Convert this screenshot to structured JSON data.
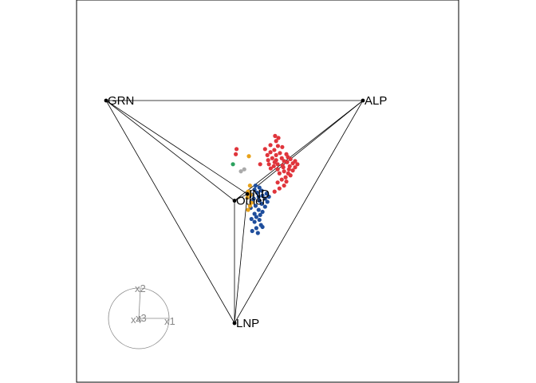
{
  "chart_data": {
    "type": "scatter",
    "title": "",
    "vertices": [
      {
        "label": "GRN",
        "x": 0.0,
        "y": 1.0
      },
      {
        "label": "ALP",
        "x": 1.0,
        "y": 1.0
      },
      {
        "label": "LNP",
        "x": 0.5,
        "y": 0.0
      },
      {
        "label": "IND",
        "x": 0.55,
        "y": 0.58
      },
      {
        "label": "Other",
        "x": 0.5,
        "y": 0.55
      }
    ],
    "edges": [
      [
        "GRN",
        "ALP"
      ],
      [
        "GRN",
        "LNP"
      ],
      [
        "ALP",
        "LNP"
      ],
      [
        "GRN",
        "IND"
      ],
      [
        "GRN",
        "Other"
      ],
      [
        "ALP",
        "IND"
      ],
      [
        "ALP",
        "Other"
      ],
      [
        "LNP",
        "IND"
      ],
      [
        "LNP",
        "Other"
      ],
      [
        "IND",
        "Other"
      ]
    ],
    "series": [
      {
        "color": "#E0353C",
        "points": [
          [
            0.658,
            0.841
          ],
          [
            0.671,
            0.832
          ],
          [
            0.662,
            0.818
          ],
          [
            0.64,
            0.8
          ],
          [
            0.669,
            0.796
          ],
          [
            0.686,
            0.791
          ],
          [
            0.655,
            0.778
          ],
          [
            0.64,
            0.768
          ],
          [
            0.677,
            0.764
          ],
          [
            0.702,
            0.759
          ],
          [
            0.662,
            0.755
          ],
          [
            0.708,
            0.746
          ],
          [
            0.647,
            0.741
          ],
          [
            0.684,
            0.741
          ],
          [
            0.718,
            0.737
          ],
          [
            0.631,
            0.732
          ],
          [
            0.662,
            0.732
          ],
          [
            0.693,
            0.728
          ],
          [
            0.736,
            0.728
          ],
          [
            0.656,
            0.723
          ],
          [
            0.705,
            0.723
          ],
          [
            0.727,
            0.718
          ],
          [
            0.745,
            0.714
          ],
          [
            0.634,
            0.714
          ],
          [
            0.668,
            0.714
          ],
          [
            0.687,
            0.709
          ],
          [
            0.715,
            0.705
          ],
          [
            0.653,
            0.705
          ],
          [
            0.736,
            0.7
          ],
          [
            0.69,
            0.7
          ],
          [
            0.641,
            0.695
          ],
          [
            0.712,
            0.691
          ],
          [
            0.668,
            0.691
          ],
          [
            0.727,
            0.686
          ],
          [
            0.693,
            0.682
          ],
          [
            0.709,
            0.673
          ],
          [
            0.675,
            0.673
          ],
          [
            0.718,
            0.664
          ],
          [
            0.699,
            0.655
          ],
          [
            0.684,
            0.645
          ],
          [
            0.702,
            0.636
          ],
          [
            0.668,
            0.632
          ],
          [
            0.693,
            0.618
          ],
          [
            0.675,
            0.605
          ],
          [
            0.656,
            0.591
          ],
          [
            0.508,
            0.782
          ],
          [
            0.505,
            0.759
          ],
          [
            0.619,
            0.782
          ],
          [
            0.628,
            0.755
          ],
          [
            0.6,
            0.714
          ]
        ]
      },
      {
        "color": "#1F4E9C",
        "points": [
          [
            0.582,
            0.618
          ],
          [
            0.597,
            0.609
          ],
          [
            0.578,
            0.6
          ],
          [
            0.606,
            0.595
          ],
          [
            0.588,
            0.586
          ],
          [
            0.625,
            0.582
          ],
          [
            0.569,
            0.577
          ],
          [
            0.609,
            0.573
          ],
          [
            0.594,
            0.568
          ],
          [
            0.634,
            0.568
          ],
          [
            0.575,
            0.559
          ],
          [
            0.619,
            0.559
          ],
          [
            0.597,
            0.55
          ],
          [
            0.566,
            0.545
          ],
          [
            0.628,
            0.545
          ],
          [
            0.606,
            0.536
          ],
          [
            0.582,
            0.527
          ],
          [
            0.619,
            0.523
          ],
          [
            0.563,
            0.518
          ],
          [
            0.594,
            0.509
          ],
          [
            0.609,
            0.5
          ],
          [
            0.578,
            0.491
          ],
          [
            0.6,
            0.486
          ],
          [
            0.585,
            0.477
          ],
          [
            0.566,
            0.468
          ],
          [
            0.597,
            0.464
          ],
          [
            0.578,
            0.455
          ],
          [
            0.603,
            0.441
          ],
          [
            0.585,
            0.427
          ],
          [
            0.569,
            0.414
          ],
          [
            0.591,
            0.405
          ],
          [
            0.609,
            0.432
          ]
        ]
      },
      {
        "color": "#E8A21A",
        "points": [
          [
            0.556,
            0.75
          ],
          [
            0.56,
            0.618
          ],
          [
            0.553,
            0.591
          ],
          [
            0.563,
            0.577
          ],
          [
            0.55,
            0.564
          ],
          [
            0.566,
            0.541
          ],
          [
            0.56,
            0.527
          ],
          [
            0.553,
            0.509
          ]
        ]
      },
      {
        "color": "#2CA25F",
        "points": [
          [
            0.494,
            0.714
          ]
        ]
      },
      {
        "color": "#AAAAAA",
        "points": [
          [
            0.538,
            0.691
          ],
          [
            0.525,
            0.682
          ]
        ]
      }
    ],
    "axes_circle": {
      "labels": [
        "x2",
        "x3",
        "x4",
        "x1"
      ],
      "color": "#888888"
    },
    "grid": false,
    "legend": "none"
  }
}
